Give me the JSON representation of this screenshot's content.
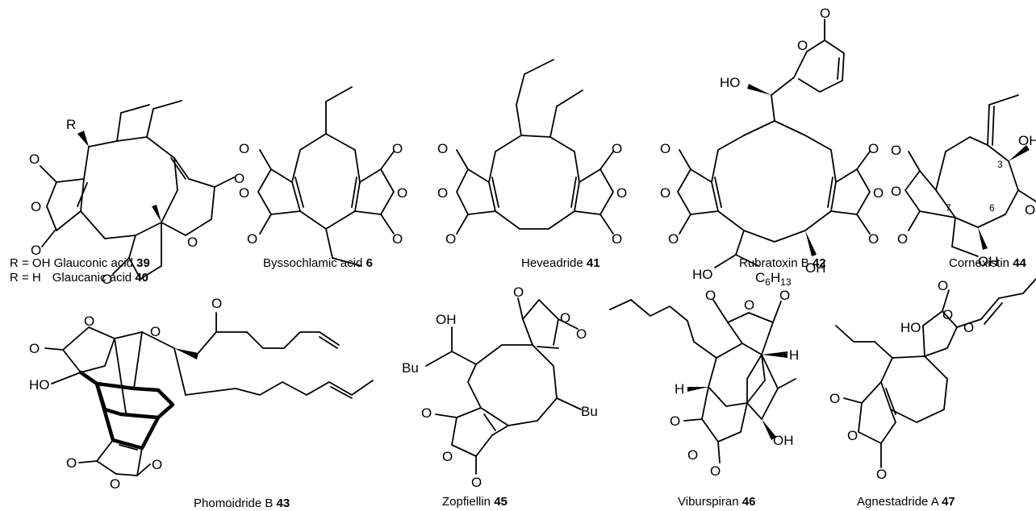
{
  "atoms": {
    "o": "O",
    "r": "R",
    "ho": "HO",
    "oh": "OH",
    "h": "H",
    "bu": "Bu",
    "c6h13": "C6H13",
    "c6h13_c": "C",
    "c6h13_sub6": "6",
    "c6h13_h": "H",
    "c6h13_sub13": "13",
    "n3": "3",
    "n6": "6",
    "n7": "7"
  },
  "captions": {
    "glauconic_r": "R = OH",
    "glauconic_name": "Glauconic acid",
    "glauconic_num": "39",
    "glaucanic_r": "R = H",
    "glaucanic_name": "Glaucanic acid",
    "glaucanic_num": "40",
    "byssochlamic_name": "Byssochlamic acid",
    "byssochlamic_num": "6",
    "heveadride_name": "Heveadride",
    "heveadride_num": "41",
    "rubratoxin_name": "Rubratoxin B",
    "rubratoxin_num": "42",
    "cornexistin_name": "Cornexistin",
    "cornexistin_num": "44",
    "phomoidride_name": "Phomoidride B",
    "phomoidride_num": "43",
    "zopfiellin_name": "Zopfiellin",
    "zopfiellin_num": "45",
    "viburspiran_name": "Viburspiran",
    "viburspiran_num": "46",
    "agnestadride_name": "Agnestadride A",
    "agnestadride_num": "47"
  }
}
